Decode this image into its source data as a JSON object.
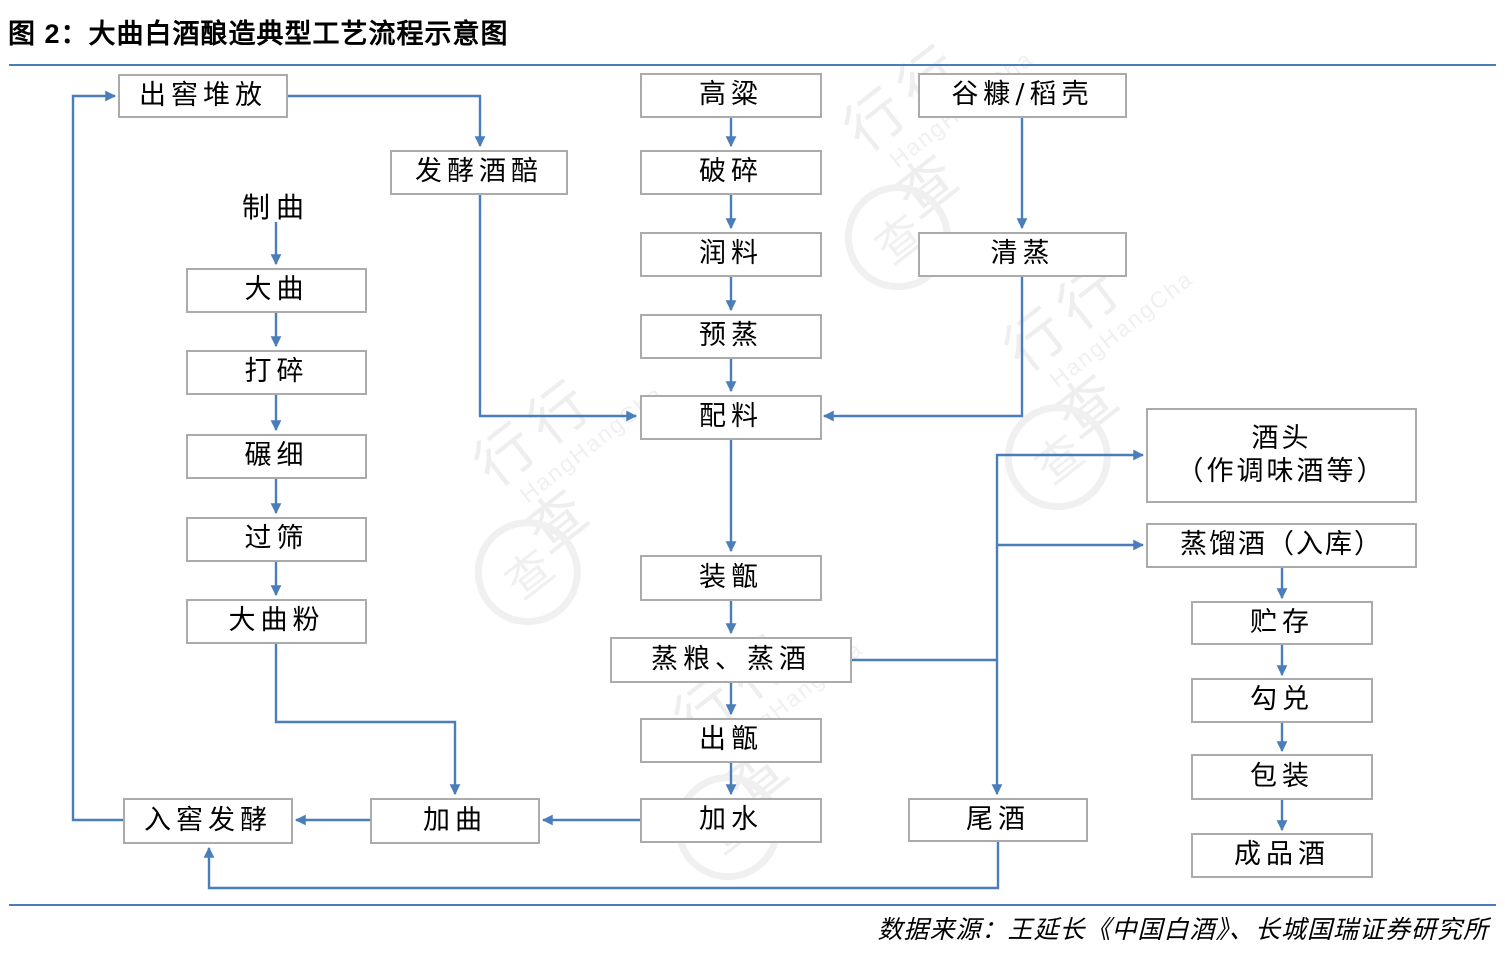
{
  "title": "图 2：大曲白酒酿造典型工艺流程示意图",
  "source": "数据来源：王延长《中国白酒》、长城国瑞证券研究所",
  "watermark": {
    "cn": "行行查",
    "en": "HangHangCha",
    "glyph": "查"
  },
  "colors": {
    "accent_blue": "#4a7ebb",
    "box_border": "#ababab",
    "text": "#000000"
  },
  "nodes": {
    "chujiao_duifang": {
      "label": "出窖堆放"
    },
    "fajiao_jiupei": {
      "label": "发酵酒醅"
    },
    "zhiqu": {
      "label": "制曲"
    },
    "daqu": {
      "label": "大曲"
    },
    "dasui": {
      "label": "打碎"
    },
    "nianxi": {
      "label": "碾细"
    },
    "guoshai": {
      "label": "过筛"
    },
    "daqufen": {
      "label": "大曲粉"
    },
    "rujiao_fajiao": {
      "label": "入窖发酵"
    },
    "gaoliang": {
      "label": "高粱"
    },
    "posui": {
      "label": "破碎"
    },
    "runliao": {
      "label": "润料"
    },
    "yuzheng": {
      "label": "预蒸"
    },
    "peiliao": {
      "label": "配料"
    },
    "zhuangzeng": {
      "label": "装甑"
    },
    "zhengliang_zhengjiu": {
      "label": "蒸粮、蒸酒"
    },
    "chuzeng": {
      "label": "出甑"
    },
    "jiashui": {
      "label": "加水"
    },
    "jiaqu": {
      "label": "加曲"
    },
    "gukang_daoke": {
      "label": "谷糠/稻壳"
    },
    "qingzheng": {
      "label": "清蒸"
    },
    "weijiu": {
      "label": "尾酒"
    },
    "jiutou": {
      "label_line1": "酒头",
      "label_line2": "（作调味酒等）"
    },
    "zhengliujiu": {
      "label": "蒸馏酒（入库）"
    },
    "zhucun": {
      "label": "贮存"
    },
    "goudui": {
      "label": "勾兑"
    },
    "baozhuang": {
      "label": "包装"
    },
    "chengpinjiu": {
      "label": "成品酒"
    }
  },
  "edges": [
    "入窖发酵→出窖堆放",
    "出窖堆放→发酵酒醅",
    "发酵酒醅→配料",
    "制曲→大曲",
    "大曲→打碎",
    "打碎→碾细",
    "碾细→过筛",
    "过筛→大曲粉",
    "大曲粉→加曲",
    "高粱→破碎",
    "破碎→润料",
    "润料→预蒸",
    "预蒸→配料",
    "谷糠/稻壳→清蒸",
    "清蒸→配料",
    "配料→装甑",
    "装甑→蒸粮、蒸酒",
    "蒸粮、蒸酒→出甑",
    "出甑→加水",
    "加水→加曲",
    "加曲→入窖发酵",
    "蒸粮、蒸酒→酒头（作调味酒等）",
    "蒸粮、蒸酒→蒸馏酒（入库）",
    "蒸粮、蒸酒→尾酒",
    "尾酒→入窖发酵",
    "蒸馏酒（入库）→贮存",
    "贮存→勾兑",
    "勾兑→包装",
    "包装→成品酒"
  ]
}
